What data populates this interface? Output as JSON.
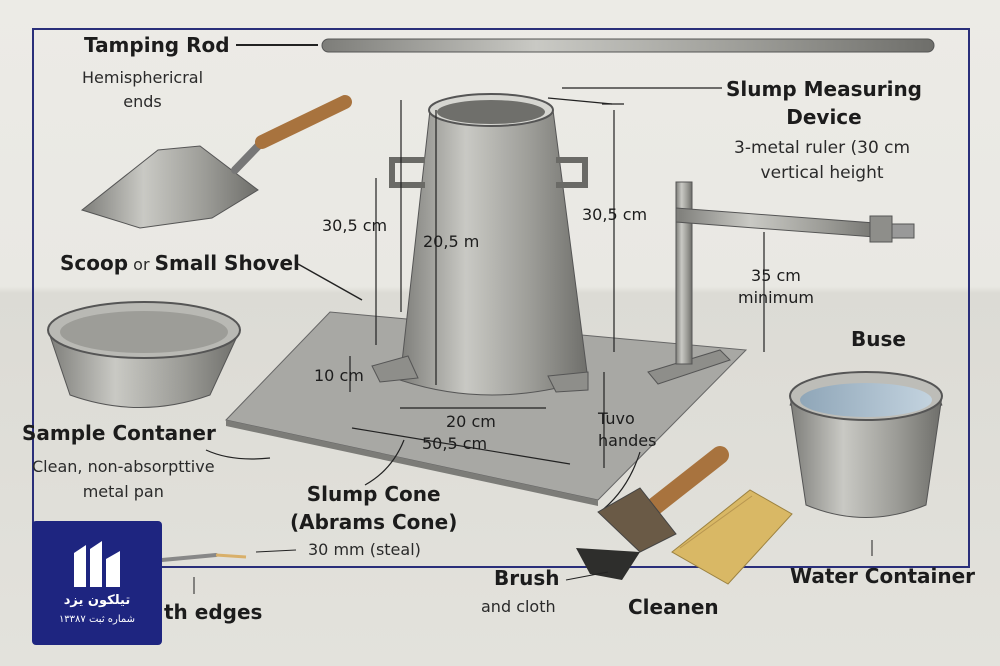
{
  "labels": {
    "tamping_rod": {
      "title": "Tamping Rod",
      "desc": "Hemisphericral\nends"
    },
    "slump_device": {
      "title": "Slump Measuring\nDevice",
      "desc": "3-metal ruler (30 cm\nvertical height"
    },
    "scoop": {
      "title_a": "Scoop",
      "or": "or",
      "title_b": "Small Shovel"
    },
    "sample": {
      "title": "Sample Contaner",
      "desc": "Clean, non-absorpttive\nmetal pan"
    },
    "cone": {
      "title": "Slump Cone\n(Abrams Cone)",
      "desc": "30 mm (steal)"
    },
    "brush": {
      "title": "Brush",
      "desc": "and cloth"
    },
    "cleanen": {
      "title": "Cleanen"
    },
    "water": {
      "title": "Water Container"
    },
    "buse": {
      "title": "Buse"
    },
    "edges": {
      "title": "th edges"
    }
  },
  "dimensions": {
    "left_height": "30,5 cm",
    "inner_height": "20,5 m",
    "right_height": "30,5 cm",
    "base_offset": "10 cm",
    "top_dia": "20 cm",
    "bottom_dia": "50,5 cm",
    "tuvo": "Tuvo\nhandes",
    "min_height": "35 cm\nminimum"
  },
  "logo": {
    "line1": "تیلکون یزد",
    "line2": "شماره ثبت ۱۳۳۸۷"
  },
  "colors": {
    "frame": "#2a2f7a",
    "logo_bg": "#1e2580",
    "metal": "#9a9a96",
    "wood": "#a8733e"
  }
}
